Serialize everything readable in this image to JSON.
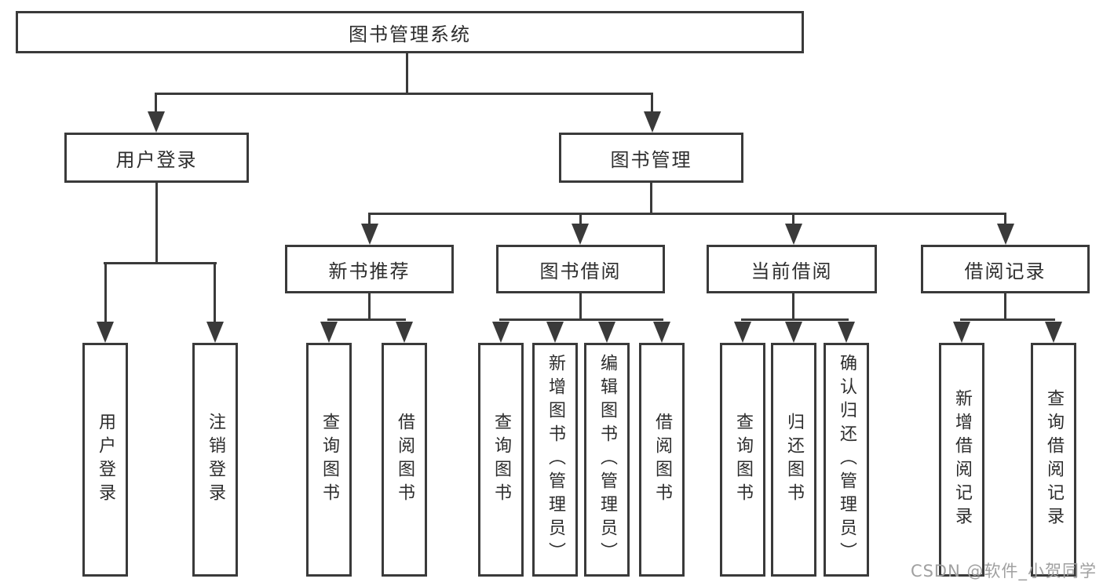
{
  "colors": {
    "line": "#3a3a3a",
    "text": "#2d2d2d",
    "watermark_gray": "#a0a0a0",
    "background": "#ffffff"
  },
  "diagram": {
    "title": "图书管理系统",
    "level1": [
      {
        "label": "用户登录"
      },
      {
        "label": "图书管理"
      }
    ],
    "level2": [
      {
        "label": "新书推荐"
      },
      {
        "label": "图书借阅"
      },
      {
        "label": "当前借阅"
      },
      {
        "label": "借阅记录"
      }
    ],
    "leaves": {
      "userLogin": [
        {
          "label": "用户登录"
        },
        {
          "label": "注销登录"
        }
      ],
      "newBookRecommend": [
        {
          "label": "查询图书"
        },
        {
          "label": "借阅图书"
        }
      ],
      "bookBorrow": [
        {
          "label": "查询图书"
        },
        {
          "label": "新增图书（管理员）"
        },
        {
          "label": "编辑图书（管理员）"
        },
        {
          "label": "借阅图书"
        }
      ],
      "currentBorrow": [
        {
          "label": "查询图书"
        },
        {
          "label": "归还图书"
        },
        {
          "label": "确认归还（管理员）"
        }
      ],
      "borrowRecords": [
        {
          "label": "新增借阅记录"
        },
        {
          "label": "查询借阅记录"
        }
      ]
    }
  },
  "watermark": {
    "text": "CSDN @软件_小贺同学"
  }
}
